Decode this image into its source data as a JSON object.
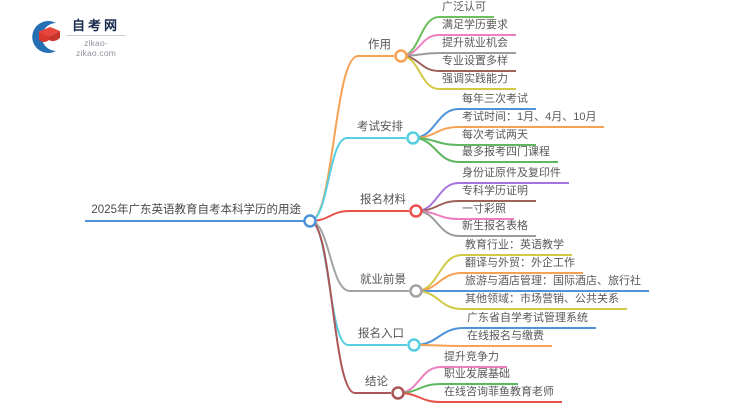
{
  "logo": {
    "title": "自考网",
    "domain": "zikao-zikao.com",
    "icon_colors": {
      "crescent": "#2470b3",
      "cap": "#e8463c",
      "cap_dark": "#c9362e"
    }
  },
  "mindmap": {
    "root": {
      "label": "2025年广东英语教育自考本科学历的用途",
      "color": "#4e93d9"
    },
    "branches": [
      {
        "label": "作用",
        "color": "#f7a153",
        "children": [
          {
            "label": "广泛认可",
            "color": "#6cbf5c"
          },
          {
            "label": "满足学历要求",
            "color": "#ee7fc0"
          },
          {
            "label": "提升就业机会",
            "color": "#9c9c9c"
          },
          {
            "label": "专业设置多样",
            "color": "#9d6258"
          },
          {
            "label": "强调实践能力",
            "color": "#d2ca45"
          }
        ]
      },
      {
        "label": "考试安排",
        "color": "#55cfe0",
        "children": [
          {
            "label": "每年三次考试",
            "color": "#4e93d9"
          },
          {
            "label": "考试时间：1月、4月、10月",
            "color": "#f7a153"
          },
          {
            "label": "每次考试两天",
            "color": "#5eb763"
          },
          {
            "label": "最多报考四门课程",
            "color": "#5eb763"
          }
        ]
      },
      {
        "label": "报名材料",
        "color": "#e8524a",
        "children": [
          {
            "label": "身份证原件及复印件",
            "color": "#a674e0"
          },
          {
            "label": "专科学历证明",
            "color": "#9d6258"
          },
          {
            "label": "一寸彩照",
            "color": "#ee7fc0"
          },
          {
            "label": "新生报名表格",
            "color": "#9c9c9c"
          }
        ]
      },
      {
        "label": "就业前景",
        "color": "#a3a3a3",
        "children": [
          {
            "label": "教育行业：英语教学",
            "color": "#d2ca45"
          },
          {
            "label": "翻译与外贸：外企工作",
            "color": "#f7a153"
          },
          {
            "label": "旅游与酒店管理：国际酒店、旅行社",
            "color": "#4e93d9"
          },
          {
            "label": "其他领域：市场营销、公共关系",
            "color": "#d2ca45"
          }
        ]
      },
      {
        "label": "报名入口",
        "color": "#55cfe0",
        "children": [
          {
            "label": "广东省自学考试管理系统",
            "color": "#4e93d9"
          },
          {
            "label": "在线报名与缴费",
            "color": "#f7a153"
          }
        ]
      },
      {
        "label": "结论",
        "color": "#aa5656",
        "children": [
          {
            "label": "提升竞争力",
            "color": "#ee7fc0"
          },
          {
            "label": "职业发展基础",
            "color": "#5eb763"
          },
          {
            "label": "在线咨询菲鱼教育老师",
            "color": "#e8524a"
          }
        ]
      }
    ]
  }
}
